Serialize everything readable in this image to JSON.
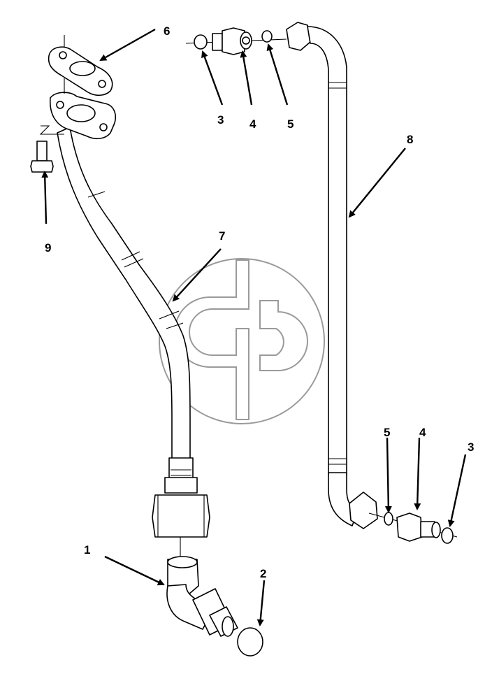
{
  "callouts": {
    "c1": "1",
    "c2": "2",
    "c3_top": "3",
    "c4_top": "4",
    "c5_top": "5",
    "c6": "6",
    "c7": "7",
    "c8": "8",
    "c9": "9",
    "c3_bottom": "3",
    "c4_bottom": "4",
    "c5_bottom": "5"
  },
  "colors": {
    "ink": "#000000",
    "watermark": "#9a9a9a",
    "background": "#ffffff"
  }
}
